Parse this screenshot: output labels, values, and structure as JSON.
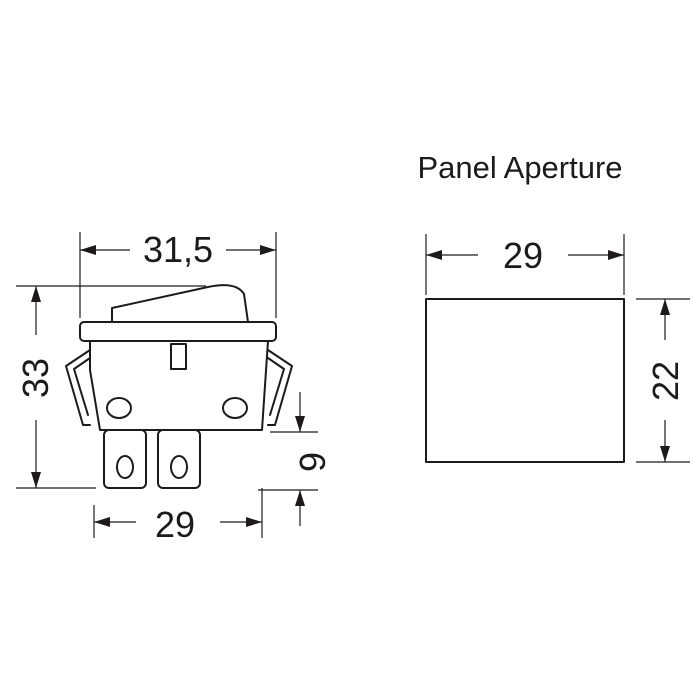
{
  "panel_title": "Panel Aperture",
  "dimensions": {
    "switch_width": "31,5",
    "switch_height": "33",
    "terminal_span": "29",
    "terminal_length": "9",
    "aperture_width": "29",
    "aperture_height": "22"
  },
  "colors": {
    "ink": "#1e1a1b",
    "background": "#ffffff"
  }
}
